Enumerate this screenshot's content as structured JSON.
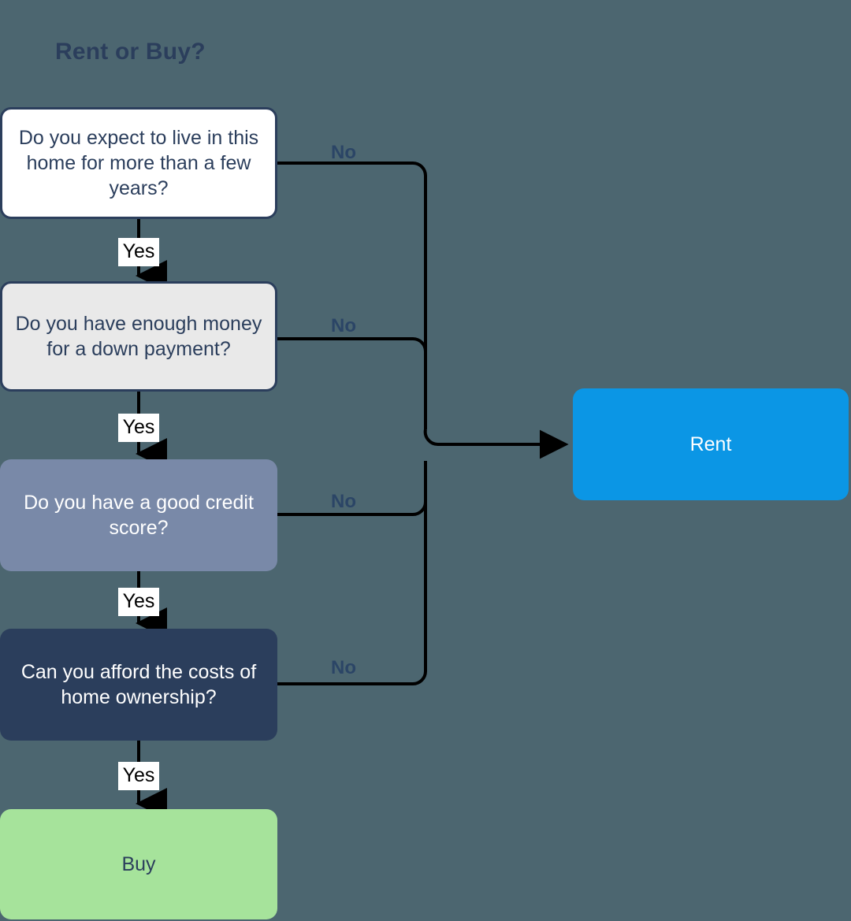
{
  "title": "Rent or Buy?",
  "theme": {
    "background": "#4c6670",
    "navy": "#2b3e5c",
    "connector": "#000000",
    "label_no_color": "#2b4566"
  },
  "nodes": {
    "q1": {
      "text": "Do you expect to live in this home for more than a few years?",
      "fill": "#ffffff",
      "text_color": "#2b3e5c"
    },
    "q2": {
      "text": "Do you have enough money for a down payment?",
      "fill": "#e9e9e9",
      "text_color": "#2b3e5c"
    },
    "q3": {
      "text": "Do you have a good credit score?",
      "fill": "#7989a8",
      "text_color": "#ffffff"
    },
    "q4": {
      "text": "Can you afford the costs of home ownership?",
      "fill": "#2b3e5c",
      "text_color": "#ffffff"
    },
    "buy": {
      "text": "Buy",
      "fill": "#a6e39b",
      "text_color": "#2b3e5c"
    },
    "rent": {
      "text": "Rent",
      "fill": "#0b96e5",
      "text_color": "#ffffff"
    }
  },
  "edges": {
    "yes_1": "Yes",
    "yes_2": "Yes",
    "yes_3": "Yes",
    "yes_4": "Yes",
    "no_1": "No",
    "no_2": "No",
    "no_3": "No",
    "no_4": "No"
  }
}
